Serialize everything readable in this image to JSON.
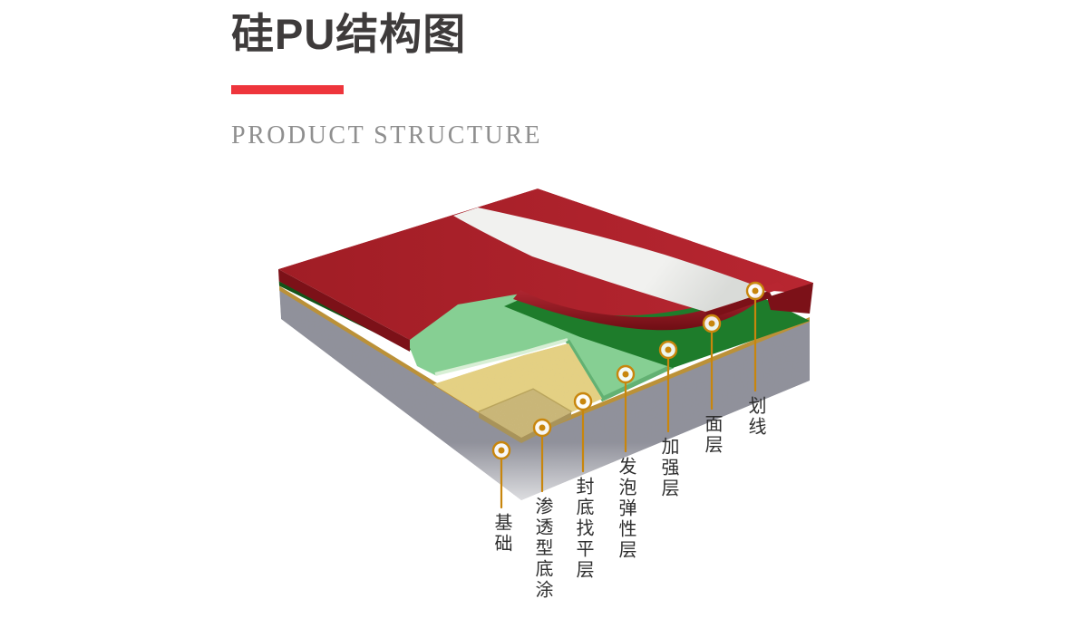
{
  "header": {
    "title": "硅PU结构图",
    "subtitle": "PRODUCT STRUCTURE"
  },
  "colors": {
    "accent_red": "#ee353c",
    "title_text": "#3e3b3b",
    "subtitle_text": "#8f8f8f",
    "label_text": "#2f2f2f",
    "callout_gold": "#c8860d",
    "marker_fill": "#ffffff",
    "surface_red": "#a01d25",
    "surface_red_light": "#b82631",
    "surface_red_face": "#7c1118",
    "curl_red_light": "#b12732",
    "curl_red_dark": "#6f0e14",
    "scribe_white": "#f1f1ef",
    "scribe_white_shade": "#d9dbd8",
    "reinforce_green": "#1e7c2b",
    "reinforce_green_face": "#135418",
    "foam_green": "#86cf93",
    "foam_green_face": "#d8efd5",
    "foam_green_side": "#63b173",
    "leveling_yellow": "#e4d083",
    "leveling_yellow_face": "#b9a45c",
    "primer_tan": "#c9b678",
    "primer_tan_face": "#a8935a",
    "concrete_gray": "#90919a",
    "gold_line": "#bb9138"
  },
  "callouts": [
    {
      "label": "基础"
    },
    {
      "label": "渗透型底涂"
    },
    {
      "label": "封底找平层"
    },
    {
      "label": "发泡弹性层"
    },
    {
      "label": "加强层"
    },
    {
      "label": "面层"
    },
    {
      "label": "划线"
    }
  ]
}
